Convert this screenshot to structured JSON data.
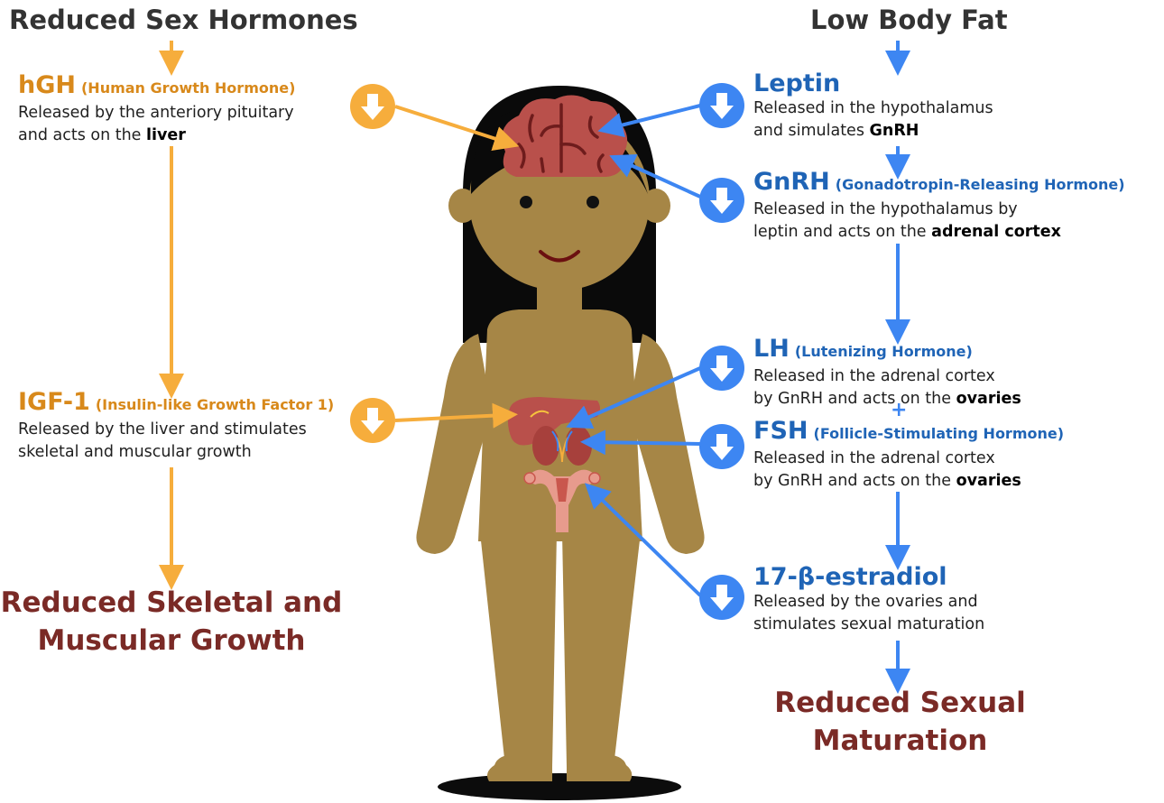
{
  "left": {
    "header": "Reduced Sex Hormones",
    "hgh": {
      "abbr": "hGH",
      "full": "(Human Growth Hormone)",
      "line1": "Released by the anteriory pituitary",
      "line2_pre": "and acts on the ",
      "line2_bold": "liver"
    },
    "igf1": {
      "abbr": "IGF-1",
      "full": "(Insulin-like Growth Factor 1)",
      "line1": "Released by the liver and stimulates",
      "line2": "skeletal and muscular growth"
    },
    "outcome": {
      "line1": "Reduced Skeletal and",
      "line2": "Muscular Growth"
    }
  },
  "right": {
    "header": "Low Body Fat",
    "leptin": {
      "abbr": "Leptin",
      "line1": "Released in the hypothalamus",
      "line2_pre": "and simulates ",
      "line2_bold": "GnRH"
    },
    "gnrh": {
      "abbr": "GnRH",
      "full": "(Gonadotropin-Releasing Hormone)",
      "line1": "Released in the hypothalamus by",
      "line2_pre": "leptin and acts on the ",
      "line2_bold": "adrenal cortex"
    },
    "lh": {
      "abbr": "LH",
      "full": "(Lutenizing Hormone)",
      "line1": "Released in the adrenal cortex",
      "line2_pre": "by GnRH and acts on the ",
      "line2_bold": "ovaries"
    },
    "plus": "+",
    "fsh": {
      "abbr": "FSH",
      "full": "(Follicle-Stimulating Hormone)",
      "line1": "Released in the adrenal cortex",
      "line2_pre": "by GnRH and acts on the ",
      "line2_bold": "ovaries"
    },
    "estradiol": {
      "abbr": "17-β-estradiol",
      "line1": "Released by the ovaries and",
      "line2": "stimulates sexual maturation"
    },
    "outcome": {
      "line1": "Reduced Sexual",
      "line2": "Maturation"
    }
  },
  "icons": {
    "decrease": "down-arrow-circle-icon",
    "organs": [
      "brain-icon",
      "liver-icon",
      "kidneys-icon",
      "uterus-icon"
    ]
  },
  "colors": {
    "orange_arrow": "#f6ad3c",
    "orange_text": "#d8891b",
    "blue_arrow": "#3d86f2",
    "blue_text": "#1f64b6",
    "outcome_text": "#7a2a26",
    "skin": "#a68646",
    "hair": "#0a0a0a",
    "brain": "#b9504b"
  }
}
